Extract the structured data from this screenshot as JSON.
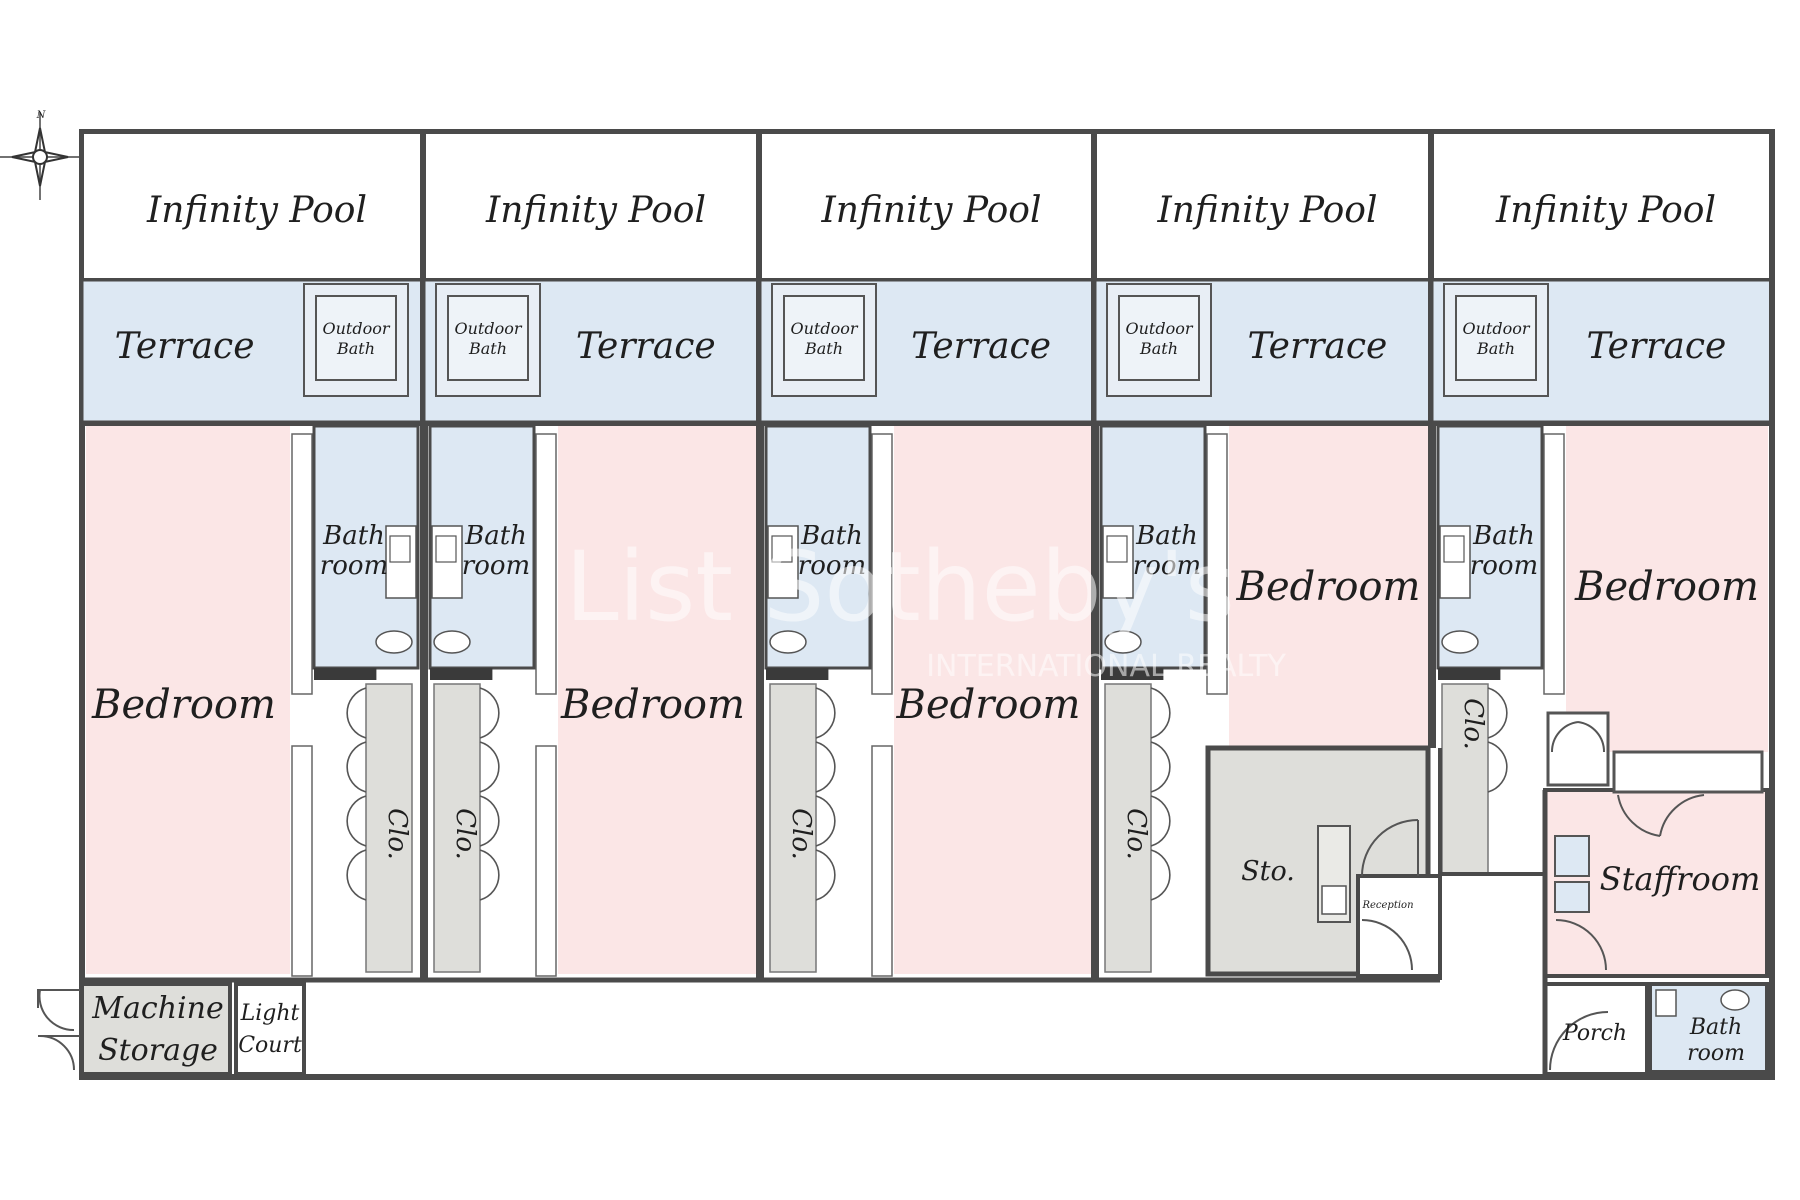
{
  "compass": {
    "north_label": "N"
  },
  "units": [
    {
      "pool": "Infinity Pool",
      "terrace": "Terrace",
      "outdoor_bath": [
        "Outdoor",
        "Bath"
      ],
      "bathroom": [
        "Bath",
        "room"
      ],
      "bedroom": "Bedroom",
      "closet": "Clo."
    },
    {
      "pool": "Infinity Pool",
      "terrace": "Terrace",
      "outdoor_bath": [
        "Outdoor",
        "Bath"
      ],
      "bathroom": [
        "Bath",
        "room"
      ],
      "bedroom": "Bedroom",
      "closet": "Clo."
    },
    {
      "pool": "Infinity Pool",
      "terrace": "Terrace",
      "outdoor_bath": [
        "Outdoor",
        "Bath"
      ],
      "bathroom": [
        "Bath",
        "room"
      ],
      "bedroom": "Bedroom",
      "closet": "Clo."
    },
    {
      "pool": "Infinity Pool",
      "terrace": "Terrace",
      "outdoor_bath": [
        "Outdoor",
        "Bath"
      ],
      "bathroom": [
        "Bath",
        "room"
      ],
      "bedroom": "Bedroom",
      "closet": "Clo."
    },
    {
      "pool": "Infinity Pool",
      "terrace": "Terrace",
      "outdoor_bath": [
        "Outdoor",
        "Bath"
      ],
      "bathroom": [
        "Bath",
        "room"
      ],
      "bedroom": "Bedroom",
      "closet": "Clo."
    }
  ],
  "service": {
    "storage": "Sto.",
    "reception": "Reception",
    "staffroom": "Staffroom",
    "porch": "Porch",
    "staff_bathroom": [
      "Bath",
      "room"
    ],
    "machine_storage": [
      "Machine",
      "Storage"
    ],
    "light_court": [
      "Light",
      "Court"
    ]
  },
  "watermark": {
    "line1": "List  Sotheby's",
    "line2": "INTERNATIONAL REALTY"
  },
  "colors": {
    "bedroom": "#fbe6e6",
    "wet_area": "#dde8f3",
    "storage": "#dededa",
    "wall": "#4a4a4a",
    "pool": "#ffffff"
  }
}
